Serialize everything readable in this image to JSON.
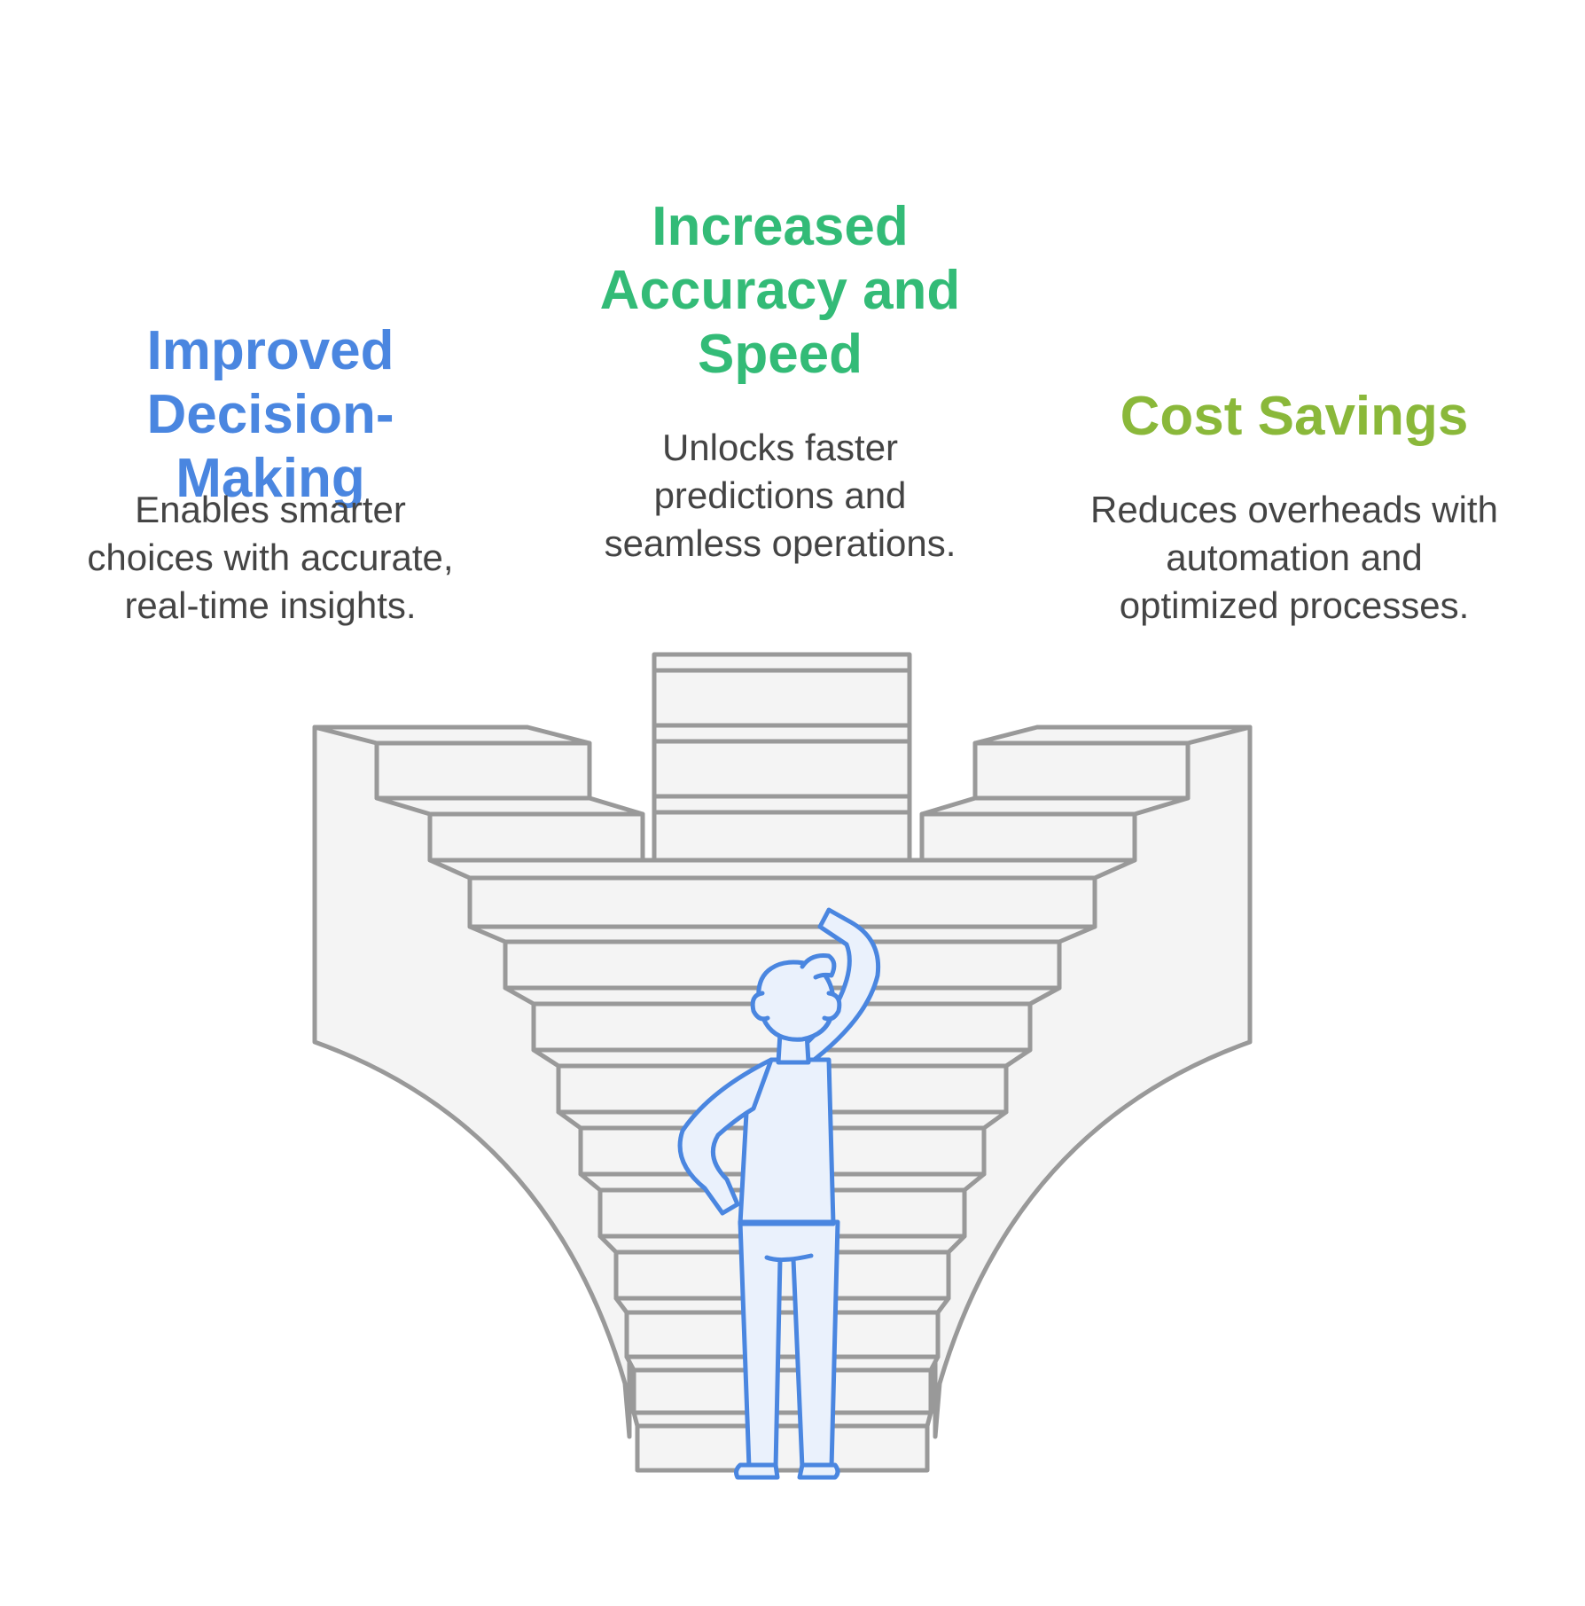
{
  "colors": {
    "blue": "#4a86e0",
    "green": "#33bb77",
    "olive": "#8ab83a",
    "text": "#444444",
    "stairs_fill": "#f4f4f4",
    "stairs_stroke": "#999999",
    "person_fill": "#eaf1fc"
  },
  "items": [
    {
      "title": "Improved\nDecision-Making",
      "description": "Enables smarter\nchoices with accurate,\nreal-time insights."
    },
    {
      "title": "Increased\nAccuracy and\nSpeed",
      "description": "Unlocks faster\npredictions and\nseamless operations."
    },
    {
      "title": "Cost Savings",
      "description": "Reduces overheads with\nautomation and\noptimized processes."
    }
  ],
  "illustration": {
    "icons": [
      "stairs-icon",
      "thinking-person-icon"
    ]
  }
}
